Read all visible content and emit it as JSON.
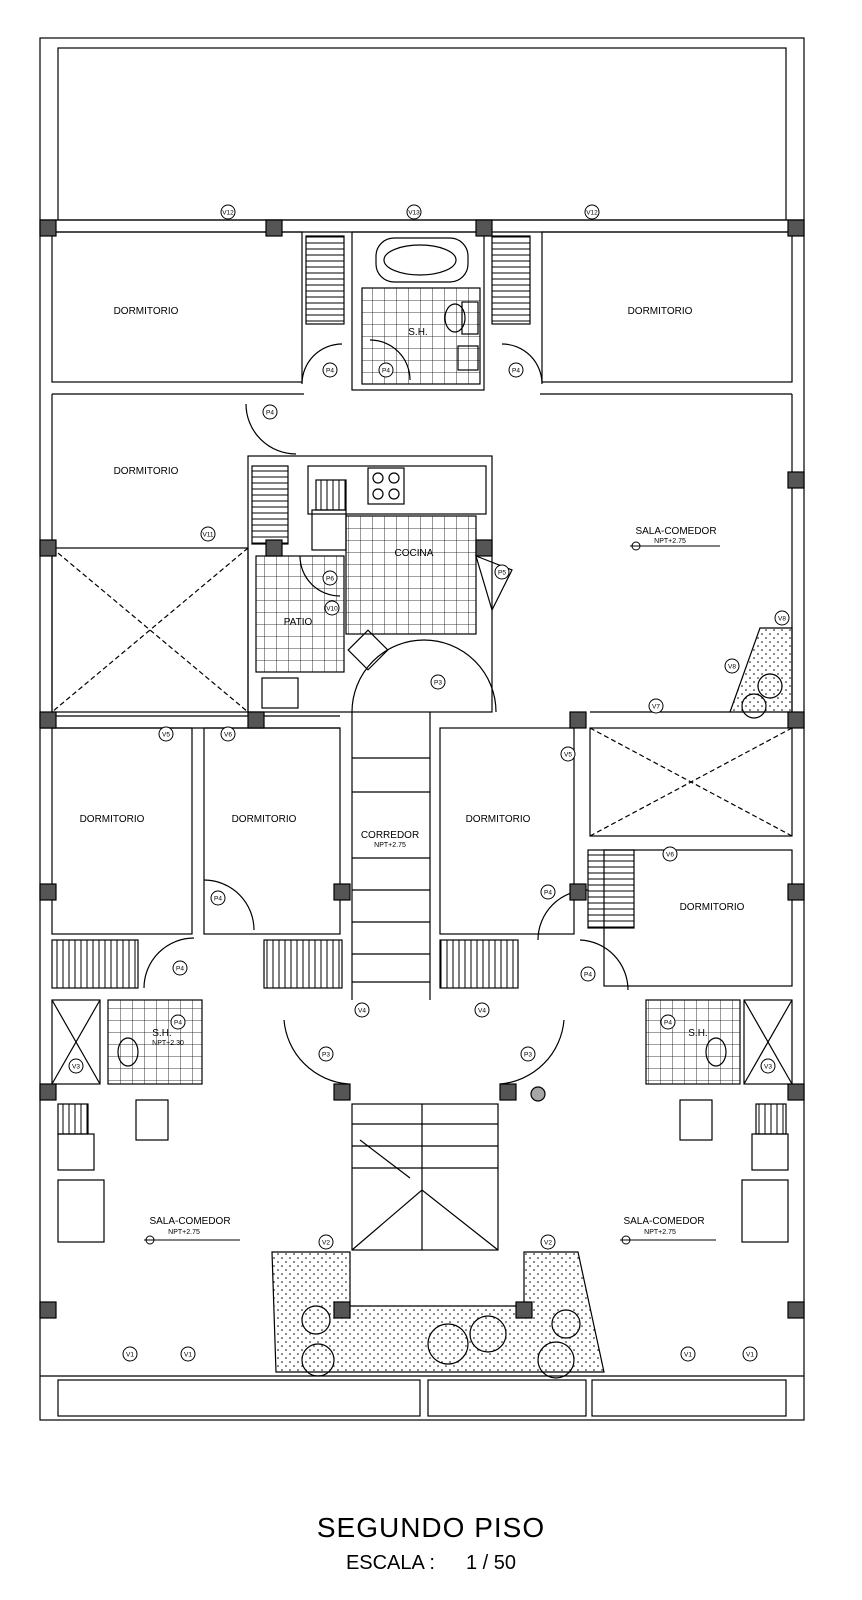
{
  "drawing": {
    "title": "SEGUNDO PISO",
    "scale_label": "ESCALA :",
    "scale_value": "1 / 50"
  },
  "rooms": {
    "dorm_top_left": "DORMITORIO",
    "dorm_top_right": "DORMITORIO",
    "dorm_mid_left": "DORMITORIO",
    "bath_top": "S.H.",
    "kitchen": "COCINA",
    "patio": "PATIO",
    "sala_top": "SALA-COMEDOR",
    "sala_top_npt": "NPT+2.75",
    "dorm_low_1": "DORMITORIO",
    "dorm_low_2": "DORMITORIO",
    "corridor": "CORREDOR",
    "corridor_npt": "NPT+2.75",
    "dorm_low_3": "DORMITORIO",
    "dorm_low_4": "DORMITORIO",
    "bath_left": "S.H.",
    "bath_left_npt": "NPT+2.30",
    "bath_right": "S.H.",
    "sala_left": "SALA-COMEDOR",
    "sala_left_npt": "NPT+2.75",
    "sala_right": "SALA-COMEDOR",
    "sala_right_npt": "NPT+2.75"
  },
  "tags": {
    "v12a": "V12",
    "v13": "V13",
    "v12b": "V12",
    "p4a": "P4",
    "p4b": "P4",
    "p4c": "P4",
    "p4d": "P4",
    "v11": "V11",
    "p6": "P6",
    "v10": "V10",
    "p5": "P5",
    "v8a": "V8",
    "v8b": "V8",
    "v7": "V7",
    "p3a": "P3",
    "v5a": "V5",
    "v6a": "V6",
    "v5b": "V5",
    "v6b": "V6",
    "p4e": "P4",
    "p4f": "P4",
    "p4g": "P4",
    "p4h": "P4",
    "p4i": "P4",
    "p4j": "P4",
    "v4a": "V4",
    "v4b": "V4",
    "p3b": "P3",
    "p3c": "P3",
    "v3a": "V3",
    "v3b": "V3",
    "v2a": "V2",
    "v2b": "V2",
    "v1a": "V1",
    "v1b": "V1",
    "v1c": "V1",
    "v1d": "V1"
  }
}
